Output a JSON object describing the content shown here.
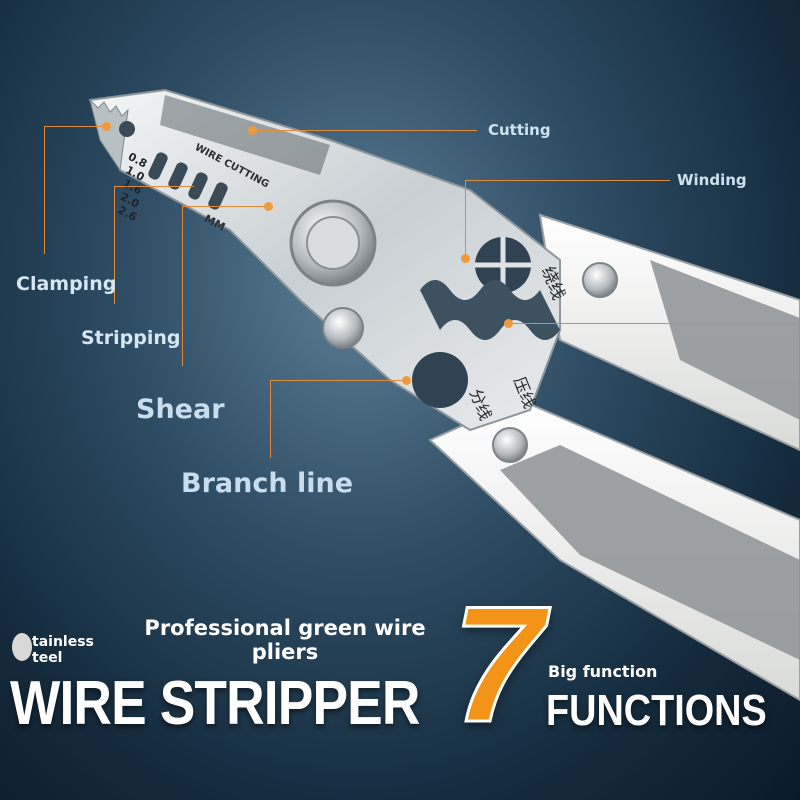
{
  "callouts": {
    "cutting": "Cutting",
    "winding": "Winding",
    "clamping": "Clamping",
    "stripping": "Stripping",
    "shear": "Shear",
    "branch_line": "Branch line"
  },
  "blade": {
    "engraving": "WIRE CUTTING",
    "unit": "MM",
    "gauges": [
      "0.8",
      "1.0",
      "1.6",
      "2.0",
      "2.6"
    ],
    "cn_winding": "绕线",
    "cn_branch": "分线",
    "cn_crimp": "压线"
  },
  "promo": {
    "slogan_line1": "Professional green wire",
    "slogan_line2": "pliers",
    "stainless_line1": "tainless",
    "stainless_line2": "teel",
    "title": "WIRE STRIPPER",
    "number": "7",
    "big_function": "Big function",
    "functions": "FUNCTIONS"
  },
  "colors": {
    "accent_orange": "#f39317",
    "callout_line": "#e08a3a",
    "handle_white": "#f2f2f0",
    "handle_grey": "#8e9295"
  }
}
